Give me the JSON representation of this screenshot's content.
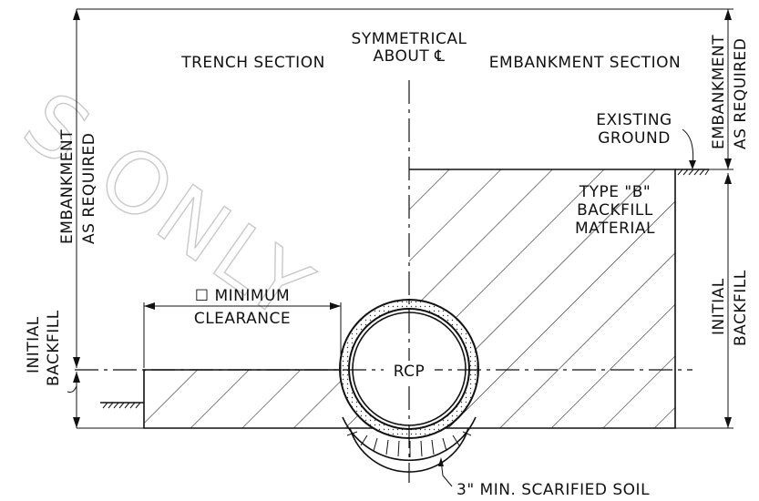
{
  "labels": {
    "symmetrical_line1": "SYMMETRICAL",
    "symmetrical_line2": "ABOUT ℄",
    "trench_section": "TRENCH SECTION",
    "embankment_section": "EMBANKMENT SECTION",
    "existing_ground_line1": "EXISTING",
    "existing_ground_line2": "GROUND",
    "type_b_line1": "TYPE \"B\"",
    "type_b_line2": "BACKFILL",
    "type_b_line3": "MATERIAL",
    "min_clearance_line1": "☐ MINIMUM",
    "min_clearance_line2": "CLEARANCE",
    "rcp": "RCP",
    "scarified_soil": "3\" MIN. SCARIFIED SOIL",
    "left_embankment_line1": "EMBANKMENT",
    "left_embankment_line2": "AS REQUIRED",
    "left_initial_backfill_line1": "INITIAL",
    "left_initial_backfill_line2": "BACKFILL",
    "right_embankment_line1": "EMBANKMENT",
    "right_embankment_line2": "AS REQUIRED",
    "right_initial_backfill_line1": "INITIAL",
    "right_initial_backfill_line2": "BACKFILL"
  },
  "watermark": "S ONLY"
}
